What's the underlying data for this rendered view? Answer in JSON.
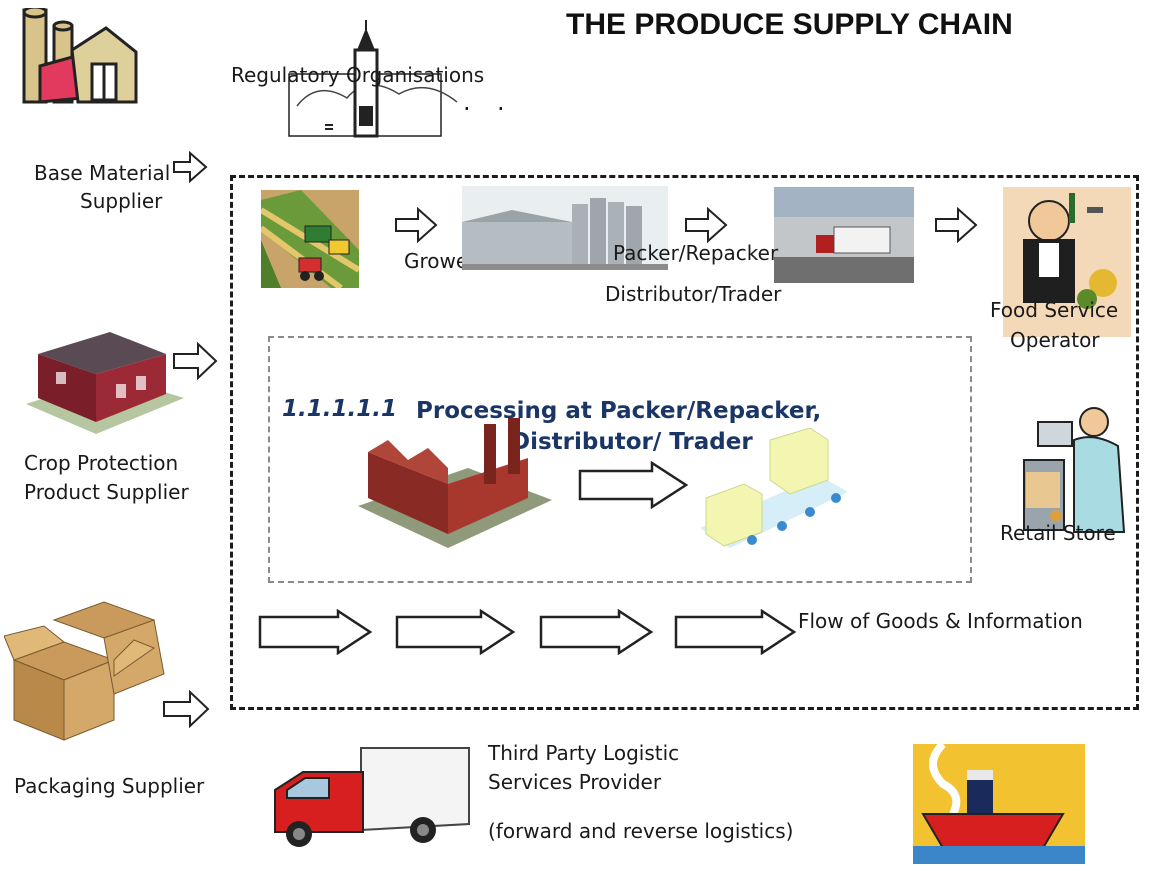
{
  "title": "THE PRODUCE SUPPLY CHAIN",
  "suppliers": {
    "base_material_line1": "Base Material",
    "base_material_line2": "Supplier",
    "crop_protection_line1": "Crop Protection",
    "crop_protection_line2": "Product Supplier",
    "packaging": "Packaging Supplier"
  },
  "regulatory": "Regulatory Organisations",
  "stages": {
    "grower": "Grower",
    "packer": "Packer/Repacker",
    "distributor": "Distributor/Trader",
    "food_service_line1": "Food Service",
    "food_service_line2": "Operator",
    "retail": "Retail Store"
  },
  "processing": {
    "number": "1.1.1.1.1",
    "line1": "Processing at Packer/Repacker,",
    "line2": "Distributor/ Trader"
  },
  "flow_label": "Flow of Goods & Information",
  "logistics": {
    "line1": "Third Party Logistic",
    "line2": "Services Provider",
    "line3": "(forward and reverse logistics)"
  },
  "colors": {
    "heading_blue": "#1a3666",
    "outer_border": "#1c1c1c",
    "inner_border": "#8a8a8a"
  }
}
